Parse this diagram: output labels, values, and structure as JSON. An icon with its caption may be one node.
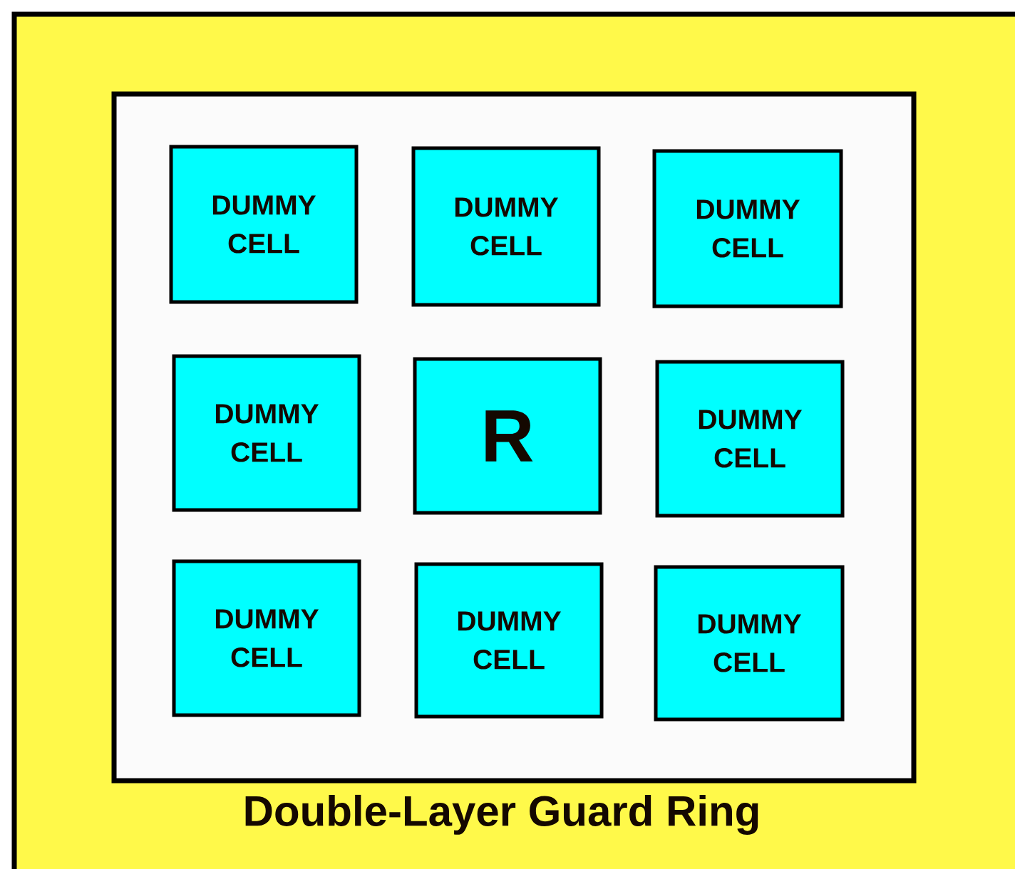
{
  "diagram": {
    "nodes": [
      {
        "text": [
          "Double-Layer Guard Ring"
        ]
      },
      {
        "text": [],
        "shape": "box",
        "in": 0
      },
      {
        "text": [
          "DUMMY CELL"
        ],
        "in": 1
      },
      {
        "text": [
          "DUMMY CELL"
        ],
        "in": 1
      },
      {
        "text": [
          "DUMMY CELL"
        ],
        "in": 1
      },
      {
        "text": [
          "DUMMY CELL"
        ],
        "in": 1
      },
      {
        "text": [
          "R"
        ],
        "in": 1
      },
      {
        "text": [
          "DUMMY CELL"
        ],
        "in": 1
      },
      {
        "text": [
          "DUMMY CELL"
        ],
        "in": 1
      },
      {
        "text": [
          "DUMMY CELL"
        ],
        "in": 1
      },
      {
        "text": [
          "DUMMY CELL"
        ],
        "in": 1
      }
    ]
  }
}
